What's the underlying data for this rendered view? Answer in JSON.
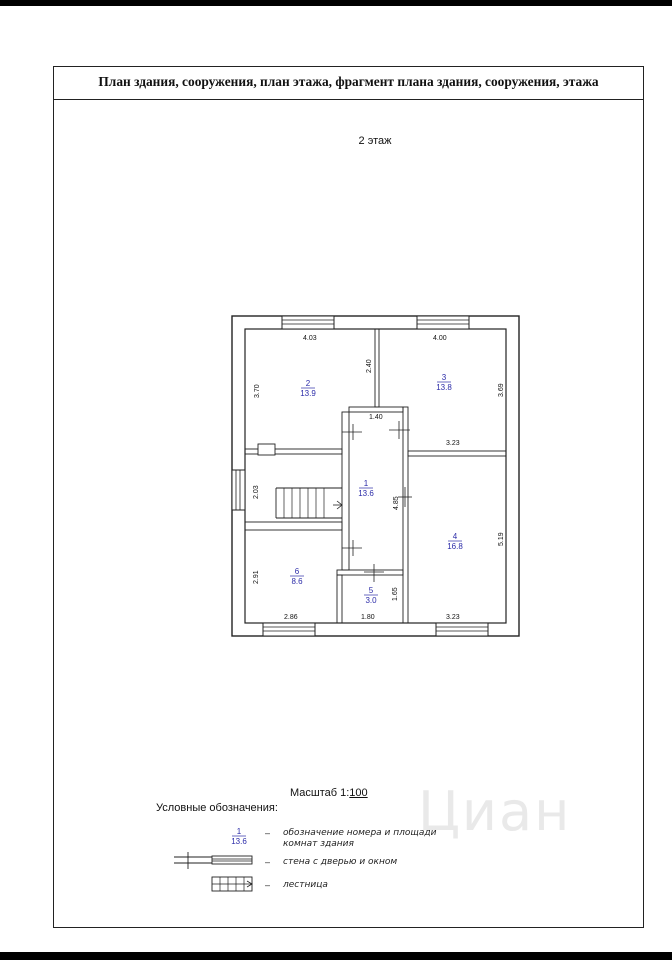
{
  "document": {
    "title": "План здания, сооружения, план этажа, фрагмент плана здания, сооружения, этажа",
    "floor": "2 этаж",
    "scale_label": "Масштаб 1:",
    "scale_value": "100",
    "watermark": "Циан"
  },
  "plan": {
    "dimensions": {
      "top_left": "4.03",
      "top_right": "4.00",
      "room2_side": "3.70",
      "room2_partition": "2.40",
      "corridor_width": "1.40",
      "room3_side": "3.69",
      "room3_bottom": "3.23",
      "stair_side": "2.03",
      "corridor_length": "4.85",
      "room4_side": "5.19",
      "room6_side": "2.91",
      "room5_side": "1.65",
      "bottom_left": "2.86",
      "bottom_mid": "1.80",
      "bottom_right": "3.23"
    },
    "rooms": [
      {
        "number": "1",
        "area": "13.6"
      },
      {
        "number": "2",
        "area": "13.9"
      },
      {
        "number": "3",
        "area": "13.8"
      },
      {
        "number": "4",
        "area": "16.8"
      },
      {
        "number": "5",
        "area": "3.0"
      },
      {
        "number": "6",
        "area": "8.6"
      }
    ]
  },
  "legend": {
    "title": "Условные обозначения:",
    "sample_number": "1",
    "sample_area": "13.6",
    "dash": "–",
    "item_room": "обозначение номера и площади комнат здания",
    "item_wall": "стена с дверью и окном",
    "item_stairs": "лестница"
  }
}
